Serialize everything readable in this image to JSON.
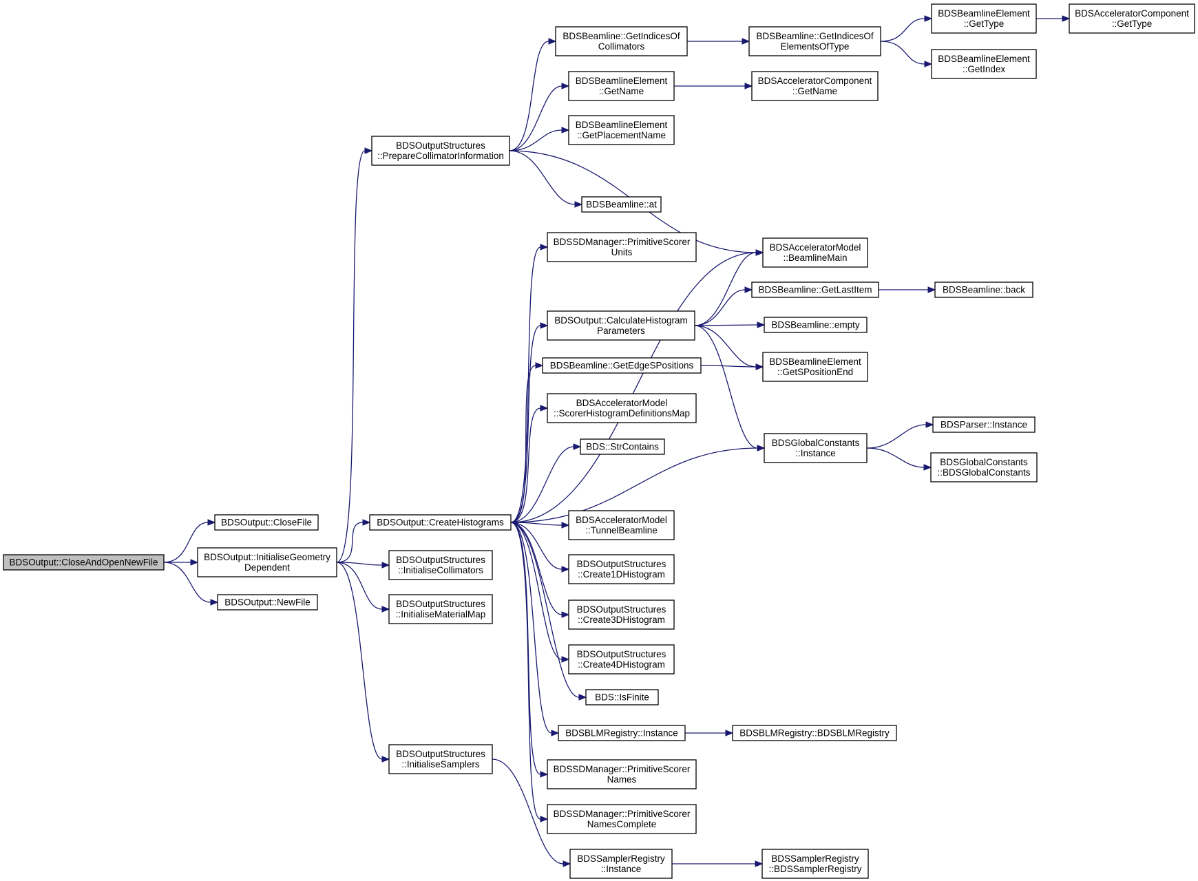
{
  "nodes": [
    {
      "id": "root",
      "lines": [
        "BDSOutput::CloseAndOpenNewFile"
      ],
      "highlight": true
    },
    {
      "id": "closefile",
      "lines": [
        "BDSOutput::CloseFile"
      ]
    },
    {
      "id": "initgeo",
      "lines": [
        "BDSOutput::InitialiseGeometry",
        "Dependent"
      ]
    },
    {
      "id": "newfile",
      "lines": [
        "BDSOutput::NewFile"
      ]
    },
    {
      "id": "prepcoll",
      "lines": [
        "BDSOutputStructures",
        "::PrepareCollimatorInformation"
      ]
    },
    {
      "id": "createhist",
      "lines": [
        "BDSOutput::CreateHistograms"
      ]
    },
    {
      "id": "initcoll",
      "lines": [
        "BDSOutputStructures",
        "::InitialiseCollimators"
      ]
    },
    {
      "id": "initmat",
      "lines": [
        "BDSOutputStructures",
        "::InitialiseMaterialMap"
      ]
    },
    {
      "id": "initsamp",
      "lines": [
        "BDSOutputStructures",
        "::InitialiseSamplers"
      ]
    },
    {
      "id": "getidxcoll",
      "lines": [
        "BDSBeamline::GetIndicesOf",
        "Collimators"
      ]
    },
    {
      "id": "getname",
      "lines": [
        "BDSBeamlineElement",
        "::GetName"
      ]
    },
    {
      "id": "getplacement",
      "lines": [
        "BDSBeamlineElement",
        "::GetPlacementName"
      ]
    },
    {
      "id": "blat",
      "lines": [
        "BDSBeamline::at"
      ]
    },
    {
      "id": "psunits",
      "lines": [
        "BDSSDManager::PrimitiveScorer",
        "Units"
      ]
    },
    {
      "id": "calchist",
      "lines": [
        "BDSOutput::CalculateHistogram",
        "Parameters"
      ]
    },
    {
      "id": "edgespos",
      "lines": [
        "BDSBeamline::GetEdgeSPositions"
      ]
    },
    {
      "id": "scorermap",
      "lines": [
        "BDSAcceleratorModel",
        "::ScorerHistogramDefinitionsMap"
      ]
    },
    {
      "id": "strcontains",
      "lines": [
        "BDS::StrContains"
      ]
    },
    {
      "id": "tunnelbl",
      "lines": [
        "BDSAcceleratorModel",
        "::TunnelBeamline"
      ]
    },
    {
      "id": "c1d",
      "lines": [
        "BDSOutputStructures",
        "::Create1DHistogram"
      ]
    },
    {
      "id": "c3d",
      "lines": [
        "BDSOutputStructures",
        "::Create3DHistogram"
      ]
    },
    {
      "id": "c4d",
      "lines": [
        "BDSOutputStructures",
        "::Create4DHistogram"
      ]
    },
    {
      "id": "isfinite",
      "lines": [
        "BDS::IsFinite"
      ]
    },
    {
      "id": "blminst",
      "lines": [
        "BDSBLMRegistry::Instance"
      ]
    },
    {
      "id": "psnames",
      "lines": [
        "BDSSDManager::PrimitiveScorer",
        "Names"
      ]
    },
    {
      "id": "psnamescomplete",
      "lines": [
        "BDSSDManager::PrimitiveScorer",
        "NamesComplete"
      ]
    },
    {
      "id": "sampinst",
      "lines": [
        "BDSSamplerRegistry",
        "::Instance"
      ]
    },
    {
      "id": "getidxtype",
      "lines": [
        "BDSBeamline::GetIndicesOf",
        "ElementsOfType"
      ]
    },
    {
      "id": "accgetname",
      "lines": [
        "BDSAcceleratorComponent",
        "::GetName"
      ]
    },
    {
      "id": "blmain",
      "lines": [
        "BDSAcceleratorModel",
        "::BeamlineMain"
      ]
    },
    {
      "id": "lastitem",
      "lines": [
        "BDSBeamline::GetLastItem"
      ]
    },
    {
      "id": "blempty",
      "lines": [
        "BDSBeamline::empty"
      ]
    },
    {
      "id": "sposend",
      "lines": [
        "BDSBeamlineElement",
        "::GetSPositionEnd"
      ]
    },
    {
      "id": "gcinst",
      "lines": [
        "BDSGlobalConstants",
        "::Instance"
      ]
    },
    {
      "id": "blmctor",
      "lines": [
        "BDSBLMRegistry::BDSBLMRegistry"
      ]
    },
    {
      "id": "sampctor",
      "lines": [
        "BDSSamplerRegistry",
        "::BDSSamplerRegistry"
      ]
    },
    {
      "id": "eltype",
      "lines": [
        "BDSBeamlineElement",
        "::GetType"
      ]
    },
    {
      "id": "elindex",
      "lines": [
        "BDSBeamlineElement",
        "::GetIndex"
      ]
    },
    {
      "id": "blback",
      "lines": [
        "BDSBeamline::back"
      ]
    },
    {
      "id": "parserinst",
      "lines": [
        "BDSParser::Instance"
      ]
    },
    {
      "id": "gcctor",
      "lines": [
        "BDSGlobalConstants",
        "::BDSGlobalConstants"
      ]
    },
    {
      "id": "acctype",
      "lines": [
        "BDSAcceleratorComponent",
        "::GetType"
      ]
    }
  ],
  "edges": [
    [
      "root",
      "closefile"
    ],
    [
      "root",
      "initgeo"
    ],
    [
      "root",
      "newfile"
    ],
    [
      "initgeo",
      "prepcoll"
    ],
    [
      "initgeo",
      "createhist"
    ],
    [
      "initgeo",
      "initcoll"
    ],
    [
      "initgeo",
      "initmat"
    ],
    [
      "initgeo",
      "initsamp"
    ],
    [
      "prepcoll",
      "getidxcoll"
    ],
    [
      "prepcoll",
      "getname"
    ],
    [
      "prepcoll",
      "getplacement"
    ],
    [
      "prepcoll",
      "blat"
    ],
    [
      "prepcoll",
      "blmain"
    ],
    [
      "getidxcoll",
      "getidxtype"
    ],
    [
      "getidxtype",
      "eltype"
    ],
    [
      "getidxtype",
      "elindex"
    ],
    [
      "eltype",
      "acctype"
    ],
    [
      "getname",
      "accgetname"
    ],
    [
      "createhist",
      "psunits"
    ],
    [
      "createhist",
      "blmain"
    ],
    [
      "createhist",
      "calchist"
    ],
    [
      "createhist",
      "edgespos"
    ],
    [
      "createhist",
      "scorermap"
    ],
    [
      "createhist",
      "strcontains"
    ],
    [
      "createhist",
      "gcinst"
    ],
    [
      "createhist",
      "tunnelbl"
    ],
    [
      "createhist",
      "c1d"
    ],
    [
      "createhist",
      "c3d"
    ],
    [
      "createhist",
      "c4d"
    ],
    [
      "createhist",
      "isfinite"
    ],
    [
      "createhist",
      "blminst"
    ],
    [
      "createhist",
      "psnames"
    ],
    [
      "createhist",
      "psnamescomplete"
    ],
    [
      "calchist",
      "blmain"
    ],
    [
      "calchist",
      "lastitem"
    ],
    [
      "calchist",
      "blempty"
    ],
    [
      "calchist",
      "sposend"
    ],
    [
      "calchist",
      "gcinst"
    ],
    [
      "edgespos",
      "sposend"
    ],
    [
      "lastitem",
      "blback"
    ],
    [
      "gcinst",
      "parserinst"
    ],
    [
      "gcinst",
      "gcctor"
    ],
    [
      "blminst",
      "blmctor"
    ],
    [
      "initsamp",
      "sampinst"
    ],
    [
      "sampinst",
      "sampctor"
    ]
  ],
  "colors": {
    "edge": "#191970",
    "root_fill": "#bfbfbf",
    "node_fill": "#ffffff",
    "node_stroke": "#000000"
  }
}
